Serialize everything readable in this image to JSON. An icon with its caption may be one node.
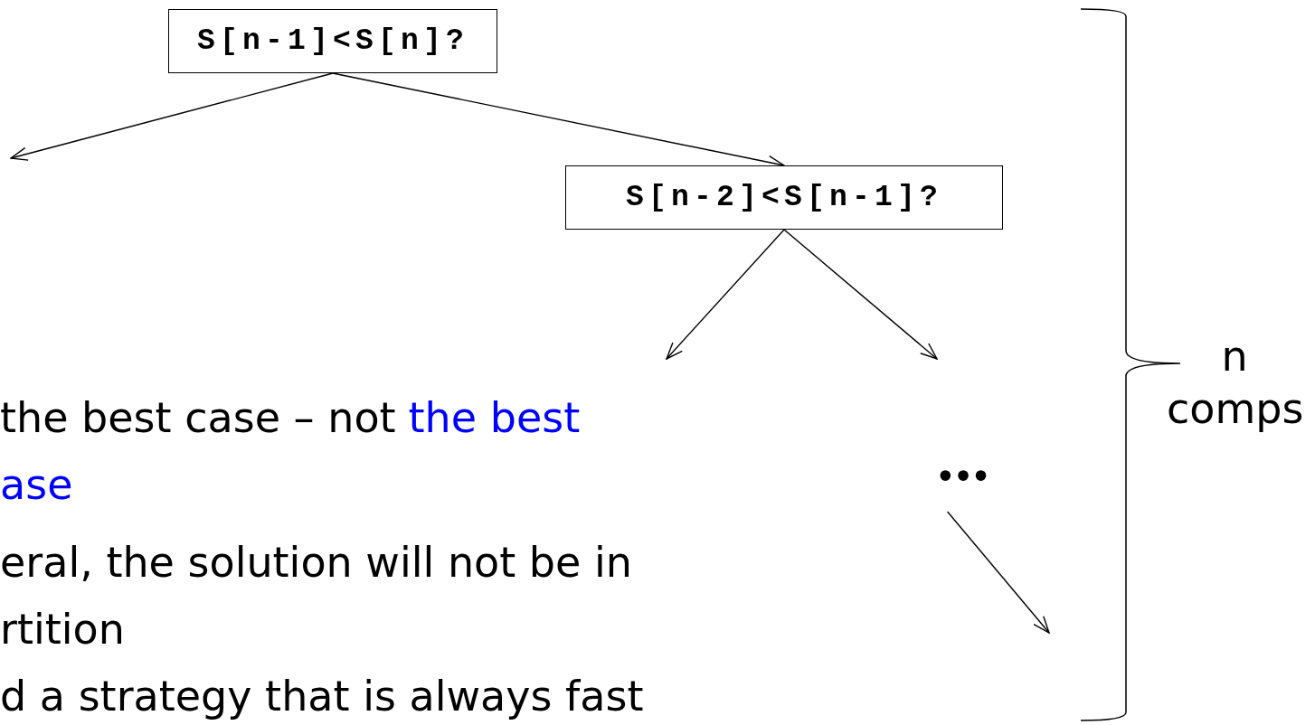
{
  "diagram": {
    "nodes": [
      {
        "text": [
          "S[n-1]<S[n]?"
        ]
      },
      {
        "text": [
          "S[n-2]<S[n-1]?"
        ]
      },
      {
        "text": [
          "•••"
        ]
      }
    ],
    "edges": [
      {
        "from": 0,
        "to": null,
        "arrow": "to"
      },
      {
        "from": 0,
        "to": 1,
        "arrow": "to"
      },
      {
        "from": 1,
        "to": null,
        "arrow": "to"
      },
      {
        "from": 1,
        "to": null,
        "arrow": "to"
      },
      {
        "from": 2,
        "to": null,
        "arrow": "to"
      }
    ],
    "labels": [
      "the best case – not",
      "the best",
      "ase",
      "eral, the solution will not be in",
      "rtition",
      "d a strategy that is always fast",
      "n comps"
    ]
  }
}
